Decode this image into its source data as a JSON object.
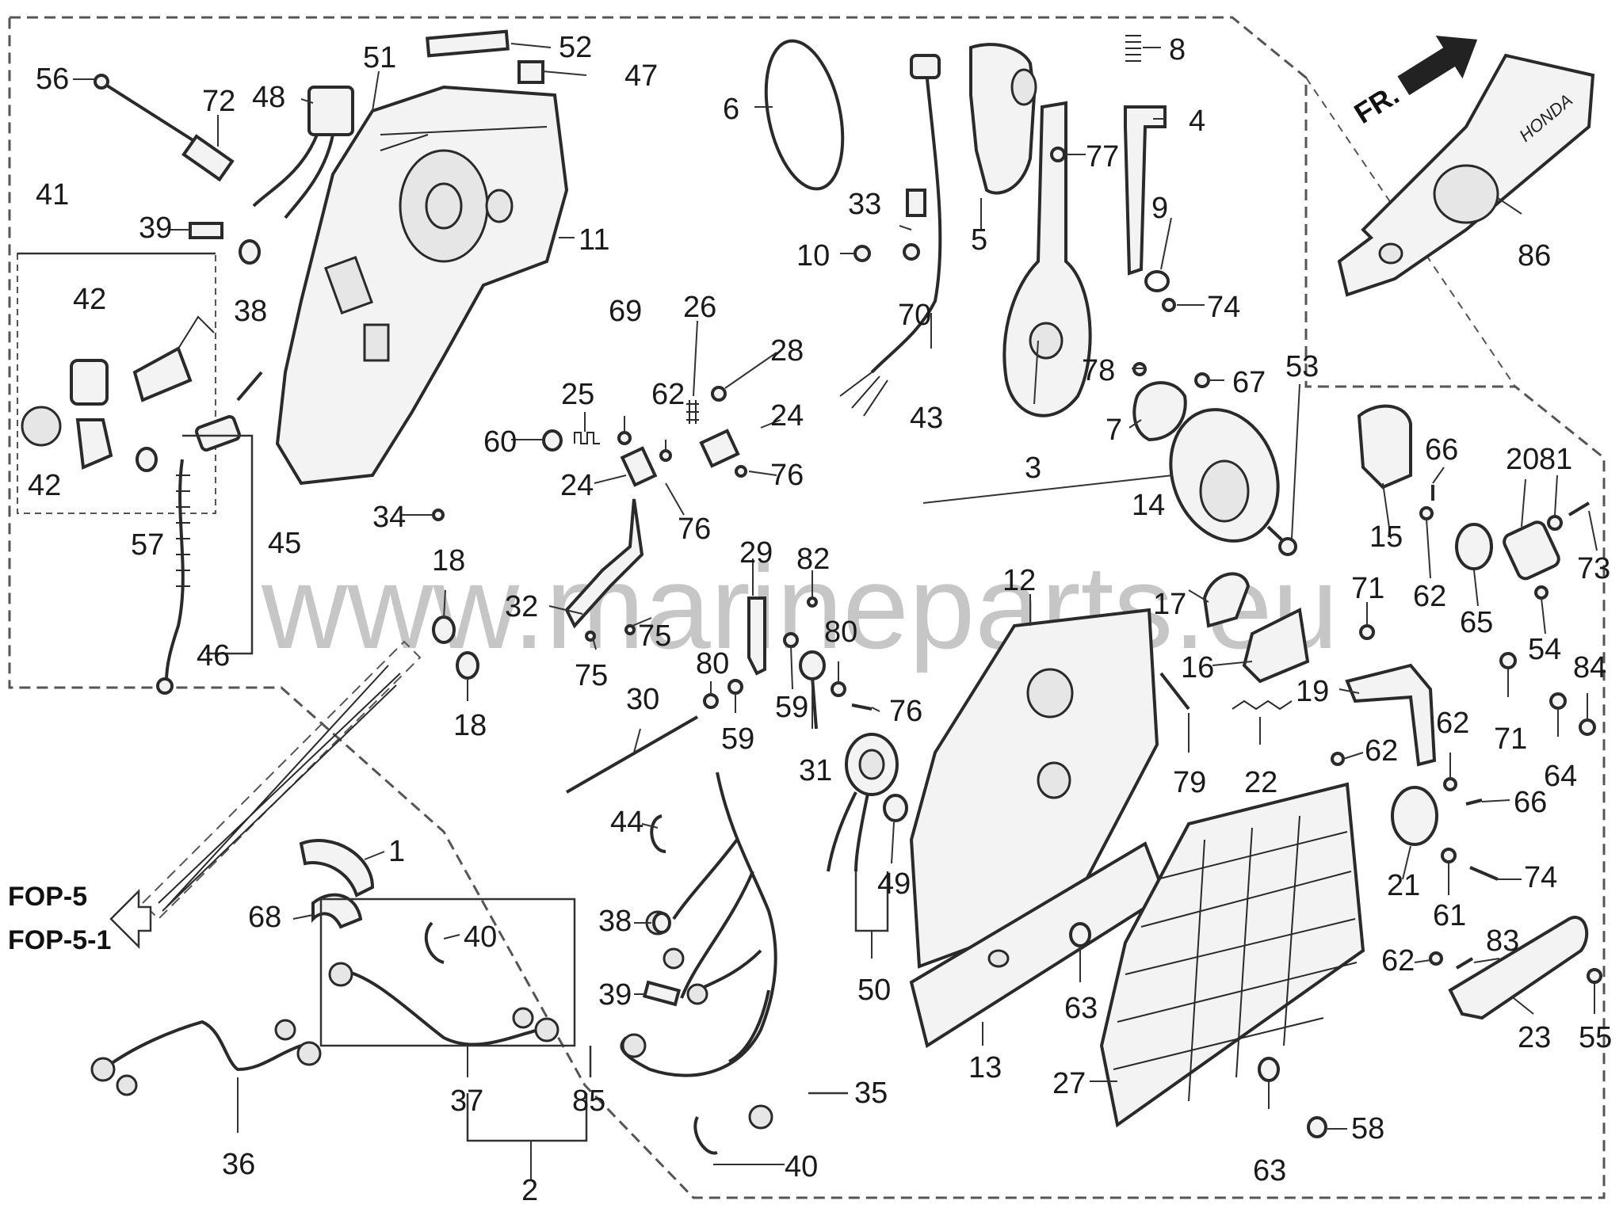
{
  "watermark": "www.marineparts.eu",
  "direction_marker": "FR.",
  "brand_mark": "HONDA",
  "references": [
    "FOP-5",
    "FOP-5-1"
  ],
  "parts": [
    {
      "id": "56",
      "label": "56"
    },
    {
      "id": "72",
      "label": "72"
    },
    {
      "id": "48",
      "label": "48"
    },
    {
      "id": "51",
      "label": "51"
    },
    {
      "id": "52",
      "label": "52"
    },
    {
      "id": "47",
      "label": "47"
    },
    {
      "id": "6",
      "label": "6"
    },
    {
      "id": "8",
      "label": "8"
    },
    {
      "id": "4",
      "label": "4"
    },
    {
      "id": "77",
      "label": "77"
    },
    {
      "id": "86",
      "label": "86"
    },
    {
      "id": "41",
      "label": "41"
    },
    {
      "id": "39a",
      "label": "39"
    },
    {
      "id": "38a",
      "label": "38"
    },
    {
      "id": "11",
      "label": "11"
    },
    {
      "id": "42a",
      "label": "42"
    },
    {
      "id": "42b",
      "label": "42"
    },
    {
      "id": "57",
      "label": "57"
    },
    {
      "id": "45",
      "label": "45"
    },
    {
      "id": "46",
      "label": "46"
    },
    {
      "id": "33",
      "label": "33"
    },
    {
      "id": "10",
      "label": "10"
    },
    {
      "id": "70",
      "label": "70"
    },
    {
      "id": "5",
      "label": "5"
    },
    {
      "id": "9",
      "label": "9"
    },
    {
      "id": "74a",
      "label": "74"
    },
    {
      "id": "69",
      "label": "69"
    },
    {
      "id": "26",
      "label": "26"
    },
    {
      "id": "28",
      "label": "28"
    },
    {
      "id": "43",
      "label": "43"
    },
    {
      "id": "78",
      "label": "78"
    },
    {
      "id": "67",
      "label": "67"
    },
    {
      "id": "3",
      "label": "3"
    },
    {
      "id": "7",
      "label": "7"
    },
    {
      "id": "25",
      "label": "25"
    },
    {
      "id": "62a",
      "label": "62"
    },
    {
      "id": "24a",
      "label": "24"
    },
    {
      "id": "60a",
      "label": "60"
    },
    {
      "id": "76a",
      "label": "76"
    },
    {
      "id": "24b",
      "label": "24"
    },
    {
      "id": "76b",
      "label": "76"
    },
    {
      "id": "34",
      "label": "34"
    },
    {
      "id": "14",
      "label": "14"
    },
    {
      "id": "53",
      "label": "53"
    },
    {
      "id": "15",
      "label": "15"
    },
    {
      "id": "66a",
      "label": "66"
    },
    {
      "id": "62b",
      "label": "62"
    },
    {
      "id": "20",
      "label": "20"
    },
    {
      "id": "81",
      "label": "81"
    },
    {
      "id": "73",
      "label": "73"
    },
    {
      "id": "65",
      "label": "65"
    },
    {
      "id": "54",
      "label": "54"
    },
    {
      "id": "18a",
      "label": "18"
    },
    {
      "id": "18b",
      "label": "18"
    },
    {
      "id": "29",
      "label": "29"
    },
    {
      "id": "82",
      "label": "82"
    },
    {
      "id": "32",
      "label": "32"
    },
    {
      "id": "75a",
      "label": "75"
    },
    {
      "id": "75b",
      "label": "75"
    },
    {
      "id": "12",
      "label": "12"
    },
    {
      "id": "17",
      "label": "17"
    },
    {
      "id": "71a",
      "label": "71"
    },
    {
      "id": "16",
      "label": "16"
    },
    {
      "id": "80a",
      "label": "80"
    },
    {
      "id": "80b",
      "label": "80"
    },
    {
      "id": "59a",
      "label": "59"
    },
    {
      "id": "59b",
      "label": "59"
    },
    {
      "id": "76c",
      "label": "76"
    },
    {
      "id": "30",
      "label": "30"
    },
    {
      "id": "31",
      "label": "31"
    },
    {
      "id": "19",
      "label": "19"
    },
    {
      "id": "71b",
      "label": "71"
    },
    {
      "id": "62c",
      "label": "62"
    },
    {
      "id": "84",
      "label": "84"
    },
    {
      "id": "64",
      "label": "64"
    },
    {
      "id": "62d",
      "label": "62"
    },
    {
      "id": "79",
      "label": "79"
    },
    {
      "id": "22",
      "label": "22"
    },
    {
      "id": "66b",
      "label": "66"
    },
    {
      "id": "44",
      "label": "44"
    },
    {
      "id": "1",
      "label": "1"
    },
    {
      "id": "49",
      "label": "49"
    },
    {
      "id": "21",
      "label": "21"
    },
    {
      "id": "74b",
      "label": "74"
    },
    {
      "id": "68",
      "label": "68"
    },
    {
      "id": "38b",
      "label": "38"
    },
    {
      "id": "40a",
      "label": "40"
    },
    {
      "id": "61",
      "label": "61"
    },
    {
      "id": "39b",
      "label": "39"
    },
    {
      "id": "50",
      "label": "50"
    },
    {
      "id": "63a",
      "label": "63"
    },
    {
      "id": "62e",
      "label": "62"
    },
    {
      "id": "83",
      "label": "83"
    },
    {
      "id": "55",
      "label": "55"
    },
    {
      "id": "23",
      "label": "23"
    },
    {
      "id": "37",
      "label": "37"
    },
    {
      "id": "85",
      "label": "85"
    },
    {
      "id": "35",
      "label": "35"
    },
    {
      "id": "13",
      "label": "13"
    },
    {
      "id": "27",
      "label": "27"
    },
    {
      "id": "36",
      "label": "36"
    },
    {
      "id": "2",
      "label": "2"
    },
    {
      "id": "40b",
      "label": "40"
    },
    {
      "id": "58",
      "label": "58"
    },
    {
      "id": "63b",
      "label": "63"
    }
  ]
}
